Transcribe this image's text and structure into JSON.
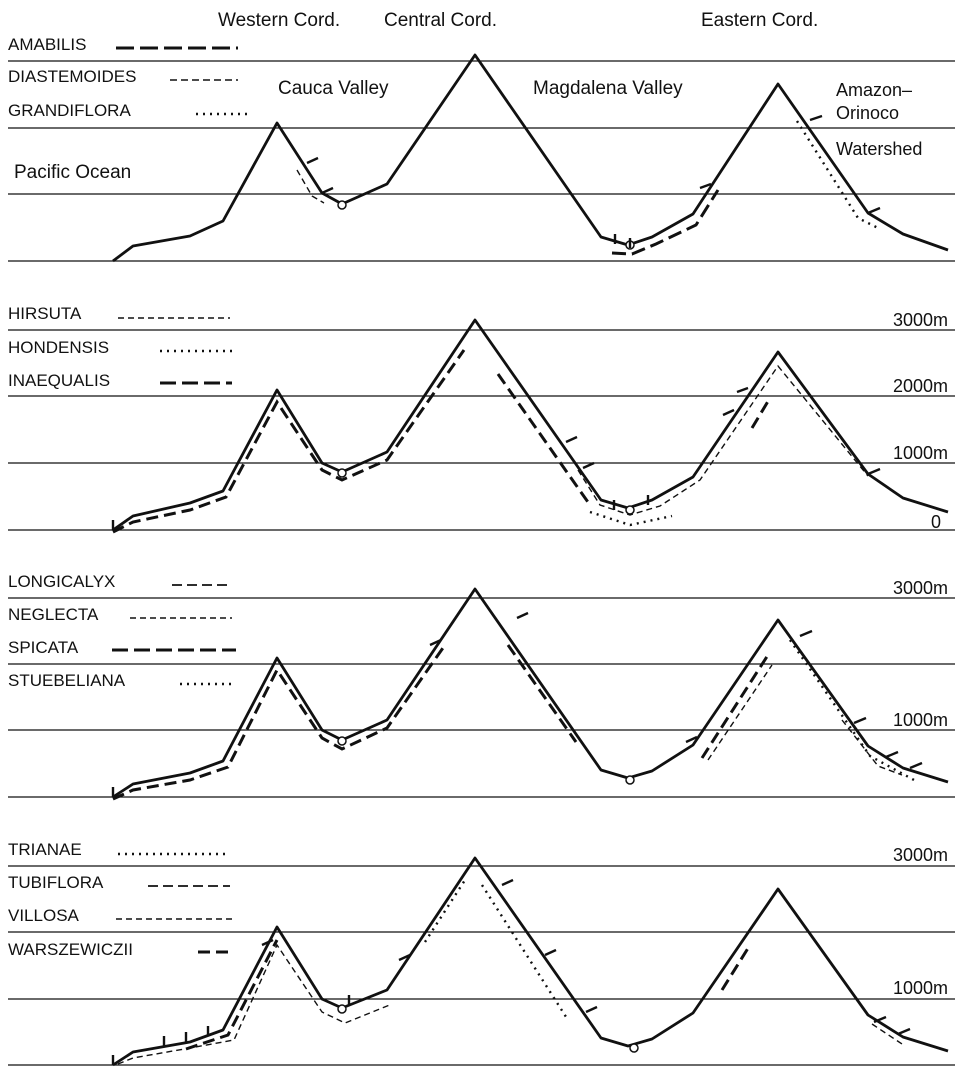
{
  "header": {
    "western_cord": "Western Cord.",
    "central_cord": "Central Cord.",
    "eastern_cord": "Eastern Cord.",
    "cauca_valley": "Cauca Valley",
    "magdalena_valley": "Magdalena Valley",
    "pacific_ocean": "Pacific Ocean",
    "amazon": "Amazon–",
    "orinoco": "Orinoco",
    "watershed": "Watershed"
  },
  "panels": [
    {
      "species": [
        {
          "name": "AMABILIS",
          "line": "long-dash"
        },
        {
          "name": "DIASTEMOIDES",
          "line": "short-dash"
        },
        {
          "name": "GRANDIFLORA",
          "line": "dotted"
        }
      ],
      "elevation_labels": []
    },
    {
      "species": [
        {
          "name": "HIRSUTA",
          "line": "short-dash"
        },
        {
          "name": "HONDENSIS",
          "line": "dotted"
        },
        {
          "name": "INAEQUALIS",
          "line": "long-dash"
        }
      ],
      "elevation_labels": [
        "3000m",
        "2000m",
        "1000m",
        "0"
      ]
    },
    {
      "species": [
        {
          "name": "LONGICALYX",
          "line": "medium-dash"
        },
        {
          "name": "NEGLECTA",
          "line": "short-dash"
        },
        {
          "name": "SPICATA",
          "line": "long-dash"
        },
        {
          "name": "STUEBELIANA",
          "line": "dotted"
        }
      ],
      "elevation_labels": [
        "3000m",
        "1000m"
      ]
    },
    {
      "species": [
        {
          "name": "TRIANAE",
          "line": "dotted"
        },
        {
          "name": "TUBIFLORA",
          "line": "medium-dash"
        },
        {
          "name": "VILLOSA",
          "line": "short-dash"
        },
        {
          "name": "WARSZEWICZII",
          "line": "long-dash"
        }
      ],
      "elevation_labels": [
        "3000m",
        "1000m"
      ]
    }
  ]
}
